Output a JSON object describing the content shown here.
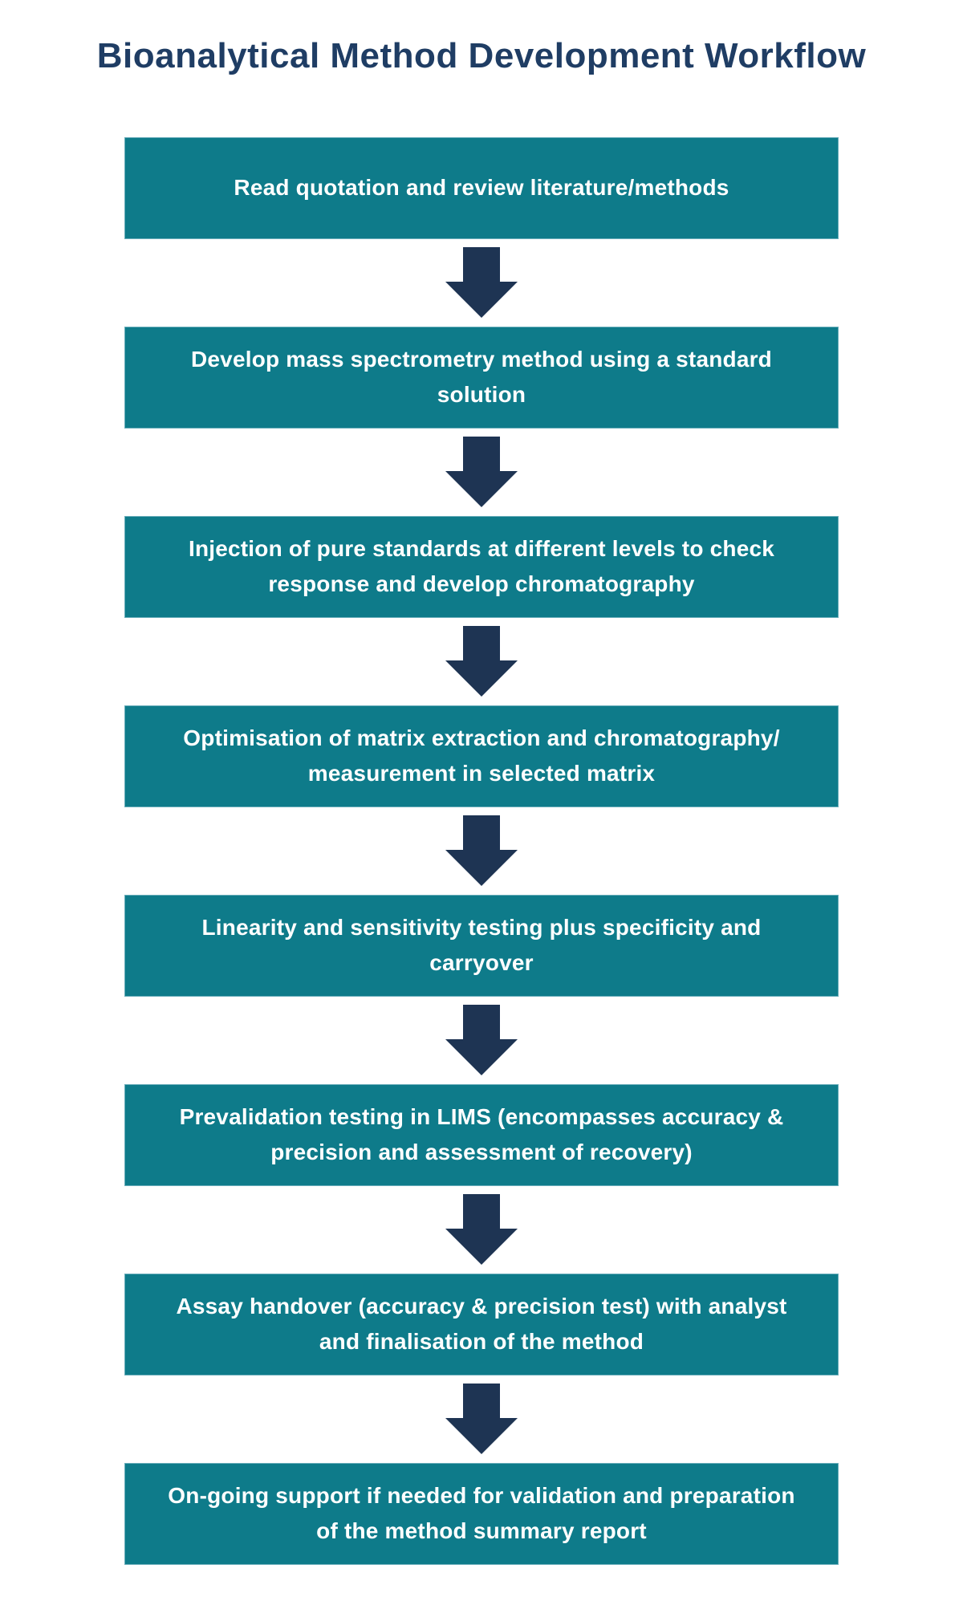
{
  "page": {
    "background": "#ffffff"
  },
  "title": {
    "text": "Bioanalytical Method Development Workflow",
    "color": "#1f3d64"
  },
  "flowchart": {
    "box_color": "#0e7b8a",
    "box_border_color": "#69adba",
    "box_text_color": "#ffffff",
    "arrow_color": "#1e3453",
    "steps": [
      {
        "label": "Read quotation and review literature/methods"
      },
      {
        "label": "Develop mass spectrometry method using a standard solution"
      },
      {
        "label": "Injection of pure standards at different levels to check response and develop chromatography"
      },
      {
        "label": "Optimisation of matrix extraction and chromatography/ measurement in selected matrix"
      },
      {
        "label": "Linearity and sensitivity testing plus specificity and carryover"
      },
      {
        "label": "Prevalidation testing in LIMS (encompasses accuracy & precision and assessment of recovery)"
      },
      {
        "label": "Assay handover (accuracy & precision test) with analyst and finalisation of the method"
      },
      {
        "label": "On-going support if needed for validation and preparation of the method summary report"
      }
    ]
  }
}
